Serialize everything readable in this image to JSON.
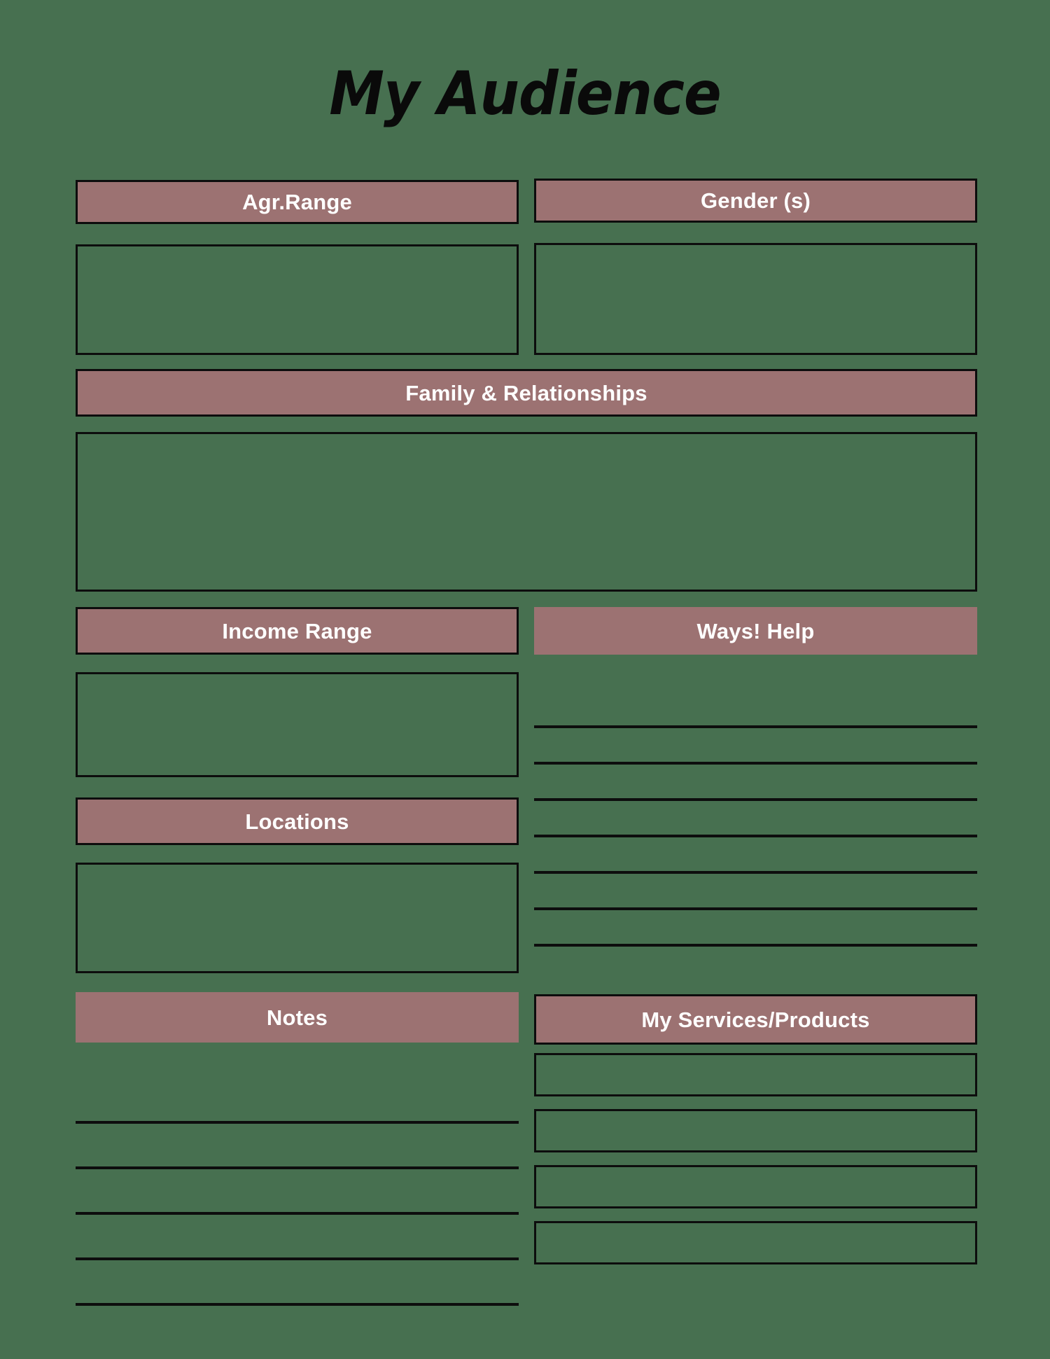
{
  "page": {
    "title": "My Audience",
    "background_color": "#477050",
    "accent_color": "#9C7272",
    "line_color": "#0d0d0d",
    "header_text_color": "#ffffff",
    "title_color": "#0a0a0a"
  },
  "sections": {
    "age_range": {
      "label": "Agr.Range",
      "field_value": "",
      "field_placeholder": ""
    },
    "gender": {
      "label": "Gender (s)",
      "field_value": "",
      "field_placeholder": ""
    },
    "family_relationships": {
      "label": "Family & Relationships",
      "field_value": "",
      "field_placeholder": ""
    },
    "income_range": {
      "label": "Income Range",
      "field_value": "",
      "field_placeholder": ""
    },
    "ways_help": {
      "label": "Ways! Help",
      "lines": [
        "",
        "",
        "",
        "",
        "",
        "",
        ""
      ]
    },
    "locations": {
      "label": "Locations",
      "field_value": "",
      "field_placeholder": ""
    },
    "notes": {
      "label": "Notes",
      "lines": [
        "",
        "",
        "",
        "",
        ""
      ]
    },
    "services_products": {
      "label": "My Services/Products",
      "items": [
        "",
        "",
        "",
        ""
      ]
    }
  }
}
